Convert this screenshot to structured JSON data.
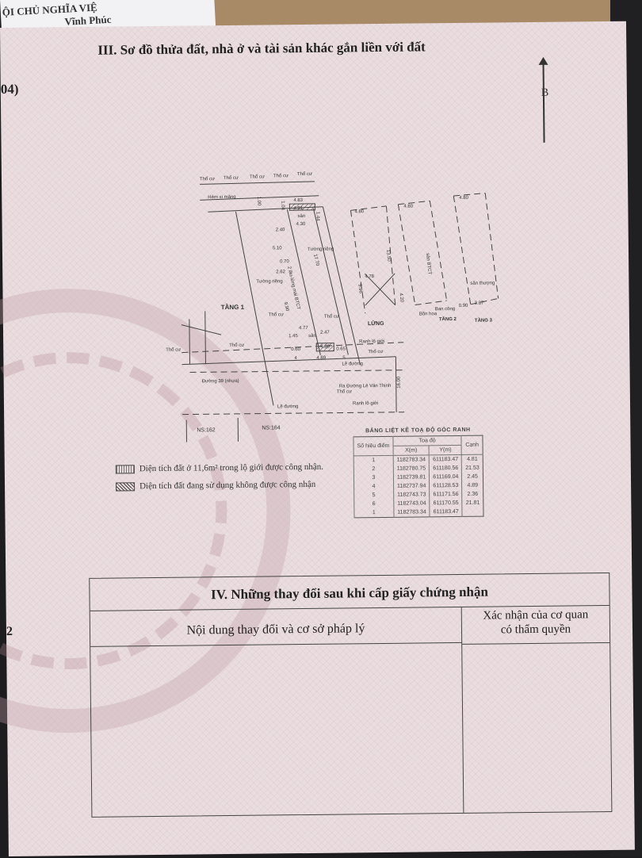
{
  "top_doc": {
    "line1": "ỘI CHỦ NGHĨA VIỆ",
    "line2": "Vĩnh Phúc"
  },
  "section3_title": "III. Sơ đồ thửa đất, nhà ở và tài sản khác gắn liền với đất",
  "left_ref": "04)",
  "north_label": "B",
  "plan": {
    "tho_cu": "Thổ cư",
    "hem_xi_mang": "Hẻm xi măng",
    "san": "sân",
    "tuong_rieng": "Tường riêng",
    "building_note": "2 lầu-lửng mái BTCT",
    "san_btct": "sàn BTCT",
    "tang1": "TẦNG 1",
    "lung": "LỬNG",
    "tang2": "TẦNG 2",
    "tang3": "TẦNG 3",
    "ban_cong": "Ban công",
    "bon_hoa": "Bồn hoa",
    "san_thuong": "sân thượng",
    "ranh_lo_gioi": "Ranh lộ giới",
    "le_duong": "Lề đường",
    "duong_39": "Đường 39 (nhựa)",
    "ra_duong": "Ra Đường Lê Văn Thịnh",
    "hem_xi": "Hẻm xi",
    "ns162": "NS:162",
    "ns164": "NS:164",
    "dims": {
      "d483": "4.83",
      "d491": "4.91",
      "d430": "4.30",
      "d100": "1.00",
      "d104": "1.04",
      "d156": "1.56",
      "d240": "2.40",
      "d144": "1.44",
      "d510": "5.10",
      "d070": "0.70",
      "d262": "2.62",
      "d1770": "17.70",
      "d990": "9.90",
      "d477": "4.77",
      "d145": "1.45",
      "d247": "2.47",
      "d480": "4.80",
      "d489": "4.89",
      "d060": "0.60",
      "d065": "0.65",
      "d1600": "16.00",
      "d1350": "13.50",
      "d478": "4.78",
      "d420": "4.20",
      "d996": "9.96",
      "d387": "3.87",
      "d090": "0.90"
    },
    "pts": [
      "1",
      "2",
      "3",
      "4",
      "5",
      "6"
    ]
  },
  "legend": [
    {
      "text": "Diện tích đất ở 11,6m² trong lộ giới được công nhận."
    },
    {
      "text": "Diện tích đất đang sử dụng không được công nhận"
    }
  ],
  "coord_table": {
    "title": "BẢNG LIỆT KÊ TOẠ ĐỘ GÓC RANH",
    "headers": {
      "point": "Số hiệu điểm",
      "coord": "Toạ độ",
      "x": "X(m)",
      "y": "Y(m)",
      "edge": "Cạnh"
    },
    "rows": [
      {
        "p": "1",
        "x": "1182783.34",
        "y": "611183.47",
        "e": "4.81"
      },
      {
        "p": "2",
        "x": "1182780.75",
        "y": "611180.56",
        "e": "21.53"
      },
      {
        "p": "3",
        "x": "1182739.81",
        "y": "611169.04",
        "e": "2.45"
      },
      {
        "p": "4",
        "x": "1182737.94",
        "y": "611128.53",
        "e": "4.89"
      },
      {
        "p": "5",
        "x": "1182743.73",
        "y": "611171.56",
        "e": "2.36"
      },
      {
        "p": "6",
        "x": "1182743.04",
        "y": "611170.55",
        "e": "21.81"
      },
      {
        "p": "1",
        "x": "1182783.34",
        "y": "611183.47",
        "e": ""
      }
    ]
  },
  "section4": {
    "title": "IV. Những thay đổi sau khi cấp giấy chứng nhận",
    "col1": "Nội dung thay đổi và cơ sở pháp lý",
    "col2_line1": "Xác nhận của cơ quan",
    "col2_line2": "có thẩm quyền"
  },
  "side_number": "2"
}
